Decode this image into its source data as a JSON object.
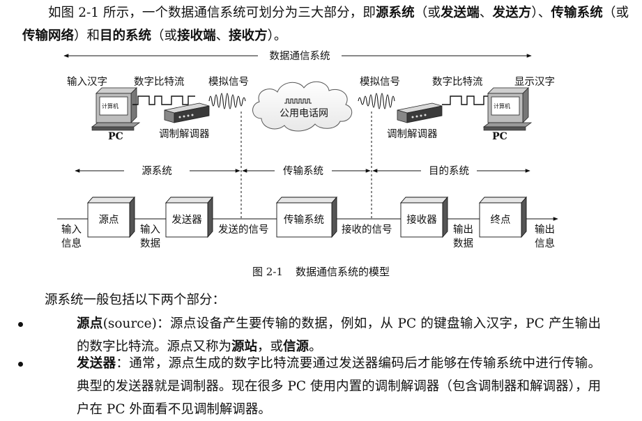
{
  "paragraph_top": {
    "t1": "如图 2-1 所示，一个数据通信系统可划分为三大部分，即",
    "b1": "源系统",
    "t2": "（或",
    "b2": "发送端",
    "t3": "、",
    "b3": "发送方",
    "t4": "）、",
    "b4": "传输系统",
    "t5": "（或",
    "b5": "传输网络",
    "t6": "）和",
    "b6": "目的系统",
    "t7": "（或",
    "b7": "接收端",
    "t8": "、",
    "b8": "接收方",
    "t9": "）。"
  },
  "figure": {
    "system_label": "数据通信系统",
    "top": {
      "input_chinese": "输入汉字",
      "digital_bitstream_left": "数字比特流",
      "analog_signal_left": "模拟信号",
      "analog_signal_right": "模拟信号",
      "digital_bitstream_right": "数字比特流",
      "display_chinese": "显示汉字",
      "screen_text_left": "计算机",
      "screen_text_right": "计算机",
      "pc_left": "PC",
      "pc_right": "PC",
      "modem_left": "调制解调器",
      "modem_right": "调制解调器",
      "network": "公用电话网"
    },
    "sections": {
      "source_system": "源系统",
      "transmission_system": "传输系统",
      "destination_system": "目的系统"
    },
    "blocks": {
      "source": "源点",
      "transmitter": "发送器",
      "transmission": "传输系统",
      "receiver": "接收器",
      "destination": "终点"
    },
    "labels": {
      "input_info_1": "输入",
      "input_info_2": "信息",
      "input_data_1": "输入",
      "input_data_2": "数据",
      "sent_signal": "发送的信号",
      "received_signal": "接收的信号",
      "output_data_1": "输出",
      "output_data_2": "数据",
      "output_info_1": "输出",
      "output_info_2": "信息"
    },
    "caption_number": "图 2-1",
    "caption_title": "数据通信系统的模型"
  },
  "intro": "源系统一般包括以下两个部分：",
  "bullets": [
    {
      "b1": "源点",
      "t1": "(source)：源点设备产生要传输的数据，例如，从 PC 的键盘输入汉字，PC 产生输出的数字比特流。源点又称为",
      "b2": "源站",
      "t2": "，或",
      "b3": "信源",
      "t3": "。"
    },
    {
      "b1": "发送器",
      "t1": "：通常，源点生成的数字比特流要通过发送器编码后才能够在传输系统中进行传输。典型的发送器就是调制器。现在很多 PC 使用内置的调制解调器（包含调制器和解调器），用户在 PC 外面看不见调制解调器。"
    }
  ]
}
